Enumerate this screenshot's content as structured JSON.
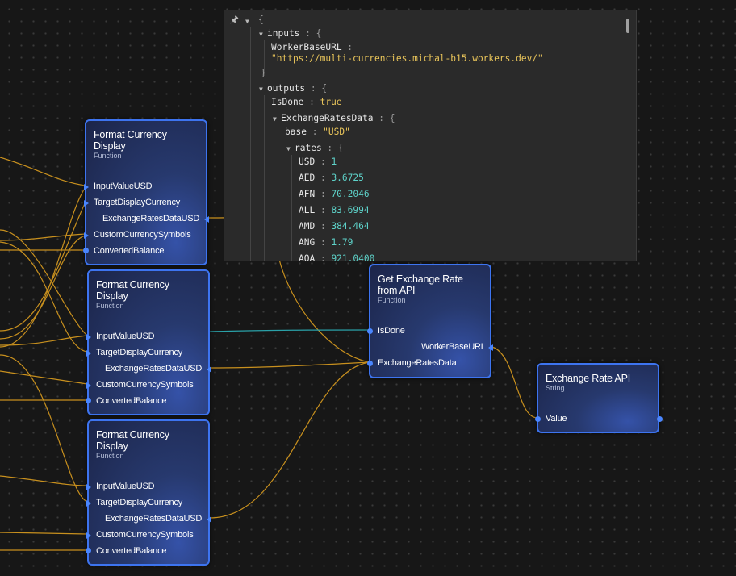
{
  "colors": {
    "accent": "#3d74f0",
    "wire_flow": "#c8901e",
    "wire_data": "#2aa1a8",
    "string": "#e8c45a",
    "number": "#5ed2c9"
  },
  "nodes": {
    "format1": {
      "title": "Format Currency Display",
      "subtitle": "Function",
      "ports": [
        "InputValueUSD",
        "TargetDisplayCurrency",
        "ExchangeRatesDataUSD",
        "CustomCurrencySymbols",
        "ConvertedBalance"
      ]
    },
    "format2": {
      "title": "Format Currency Display",
      "subtitle": "Function",
      "ports": [
        "InputValueUSD",
        "TargetDisplayCurrency",
        "ExchangeRatesDataUSD",
        "CustomCurrencySymbols",
        "ConvertedBalance"
      ]
    },
    "format3": {
      "title": "Format Currency Display",
      "subtitle": "Function",
      "ports": [
        "InputValueUSD",
        "TargetDisplayCurrency",
        "ExchangeRatesDataUSD",
        "CustomCurrencySymbols",
        "ConvertedBalance"
      ]
    },
    "exchange": {
      "title": "Get Exchange Rate from API",
      "subtitle": "Function",
      "ports": [
        "IsDone",
        "WorkerBaseURL",
        "ExchangeRatesData"
      ]
    },
    "api": {
      "title": "Exchange Rate API",
      "subtitle": "String",
      "ports": [
        "Value"
      ]
    }
  },
  "inspector": {
    "open_brace": "{",
    "close_brace": "}",
    "inputs_key": "inputs",
    "worker_key": "WorkerBaseURL",
    "worker_value": "\"https://multi-currencies.michal-b15.workers.dev/\"",
    "outputs_key": "outputs",
    "isdone_key": "IsDone",
    "isdone_value": "true",
    "erd_key": "ExchangeRatesData",
    "base_key": "base",
    "base_value": "\"USD\"",
    "rates_key": "rates",
    "rates": [
      {
        "code": "USD",
        "value": "1"
      },
      {
        "code": "AED",
        "value": "3.6725"
      },
      {
        "code": "AFN",
        "value": "70.2046"
      },
      {
        "code": "ALL",
        "value": "83.6994"
      },
      {
        "code": "AMD",
        "value": "384.464"
      },
      {
        "code": "ANG",
        "value": "1.79"
      },
      {
        "code": "AOA",
        "value": "921.0400"
      }
    ]
  }
}
